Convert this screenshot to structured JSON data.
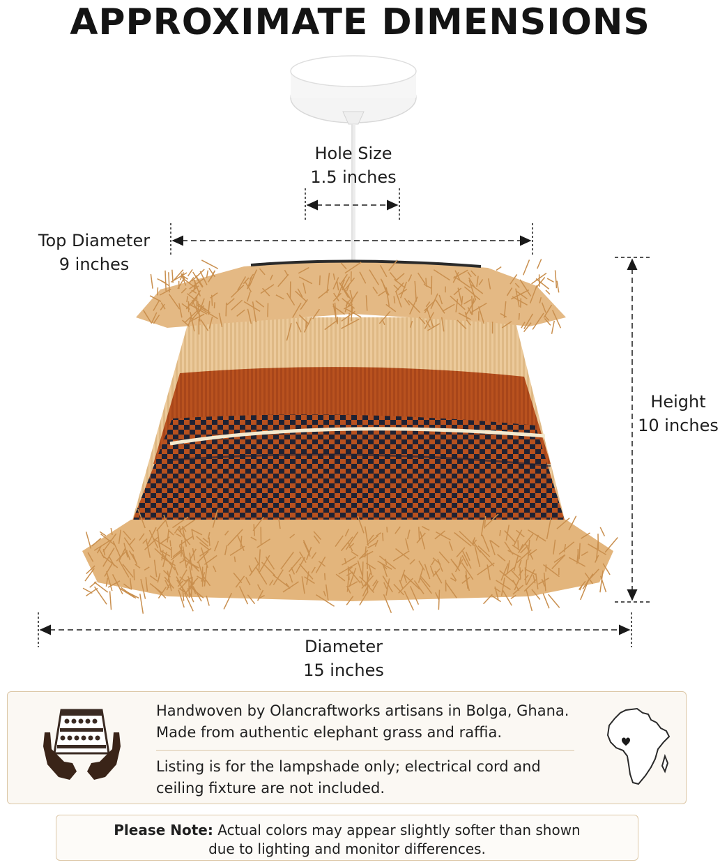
{
  "title": "APPROXIMATE DIMENSIONS",
  "dimensions": {
    "hole_size": {
      "label": "Hole Size",
      "value": "1.5 inches"
    },
    "top_diameter": {
      "label": "Top Diameter",
      "value": "9 inches"
    },
    "height": {
      "label": "Height",
      "value": "10 inches"
    },
    "diameter": {
      "label": "Diameter",
      "value": "15 inches"
    }
  },
  "info": {
    "line1": "Handwoven by Olancraftworks artisans in Bolga, Ghana.",
    "line2": "Made from authentic elephant grass and raffia.",
    "line3": "Listing is for the lampshade only; electrical cord and",
    "line4": "ceiling fixture are not included.",
    "icons": [
      "hands-holding-basket-icon",
      "africa-map-icon"
    ]
  },
  "note": {
    "label": "Please Note:",
    "line1": " Actual colors may appear slightly softer than shown",
    "line2": "due to lighting and monitor differences."
  },
  "colors": {
    "straw": "#e3b57c",
    "rust": "#b8511f",
    "navy": "#1f2233",
    "panel_border": "#dcc7a6"
  }
}
